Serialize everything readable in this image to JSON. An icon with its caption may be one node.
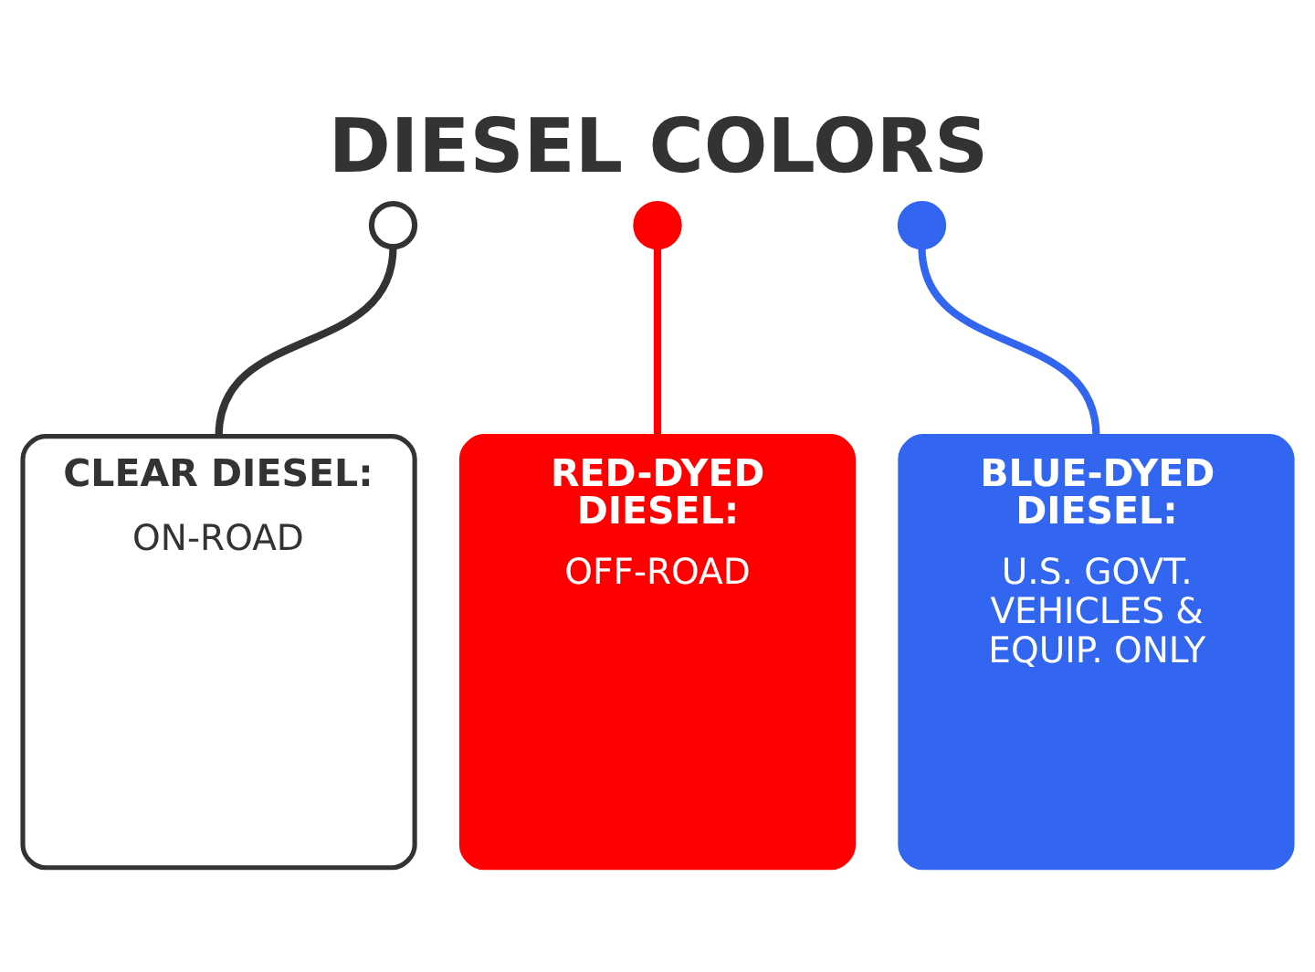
{
  "diagram": {
    "title": "DIESEL COLORS",
    "nodes": [
      {
        "text": [],
        "shape": "circle"
      },
      {
        "text": [],
        "shape": "circle"
      },
      {
        "text": [],
        "shape": "circle"
      },
      {
        "text": [
          "CLEAR DIESEL:",
          "ON-ROAD"
        ]
      },
      {
        "text": [
          "RED-DYED DIESEL:",
          "OFF-ROAD"
        ]
      },
      {
        "text": [
          "BLUE-DYED DIESEL:",
          "U.S. GOVT. VEHICLES & EQUIP. ONLY"
        ]
      }
    ],
    "edges": [
      {
        "from": 0,
        "to": 3,
        "arrow": "none",
        "color": "#333333"
      },
      {
        "from": 1,
        "to": 4,
        "arrow": "none",
        "color": "#ff0000"
      },
      {
        "from": 2,
        "to": 5,
        "arrow": "none",
        "color": "#3366f0"
      }
    ]
  }
}
